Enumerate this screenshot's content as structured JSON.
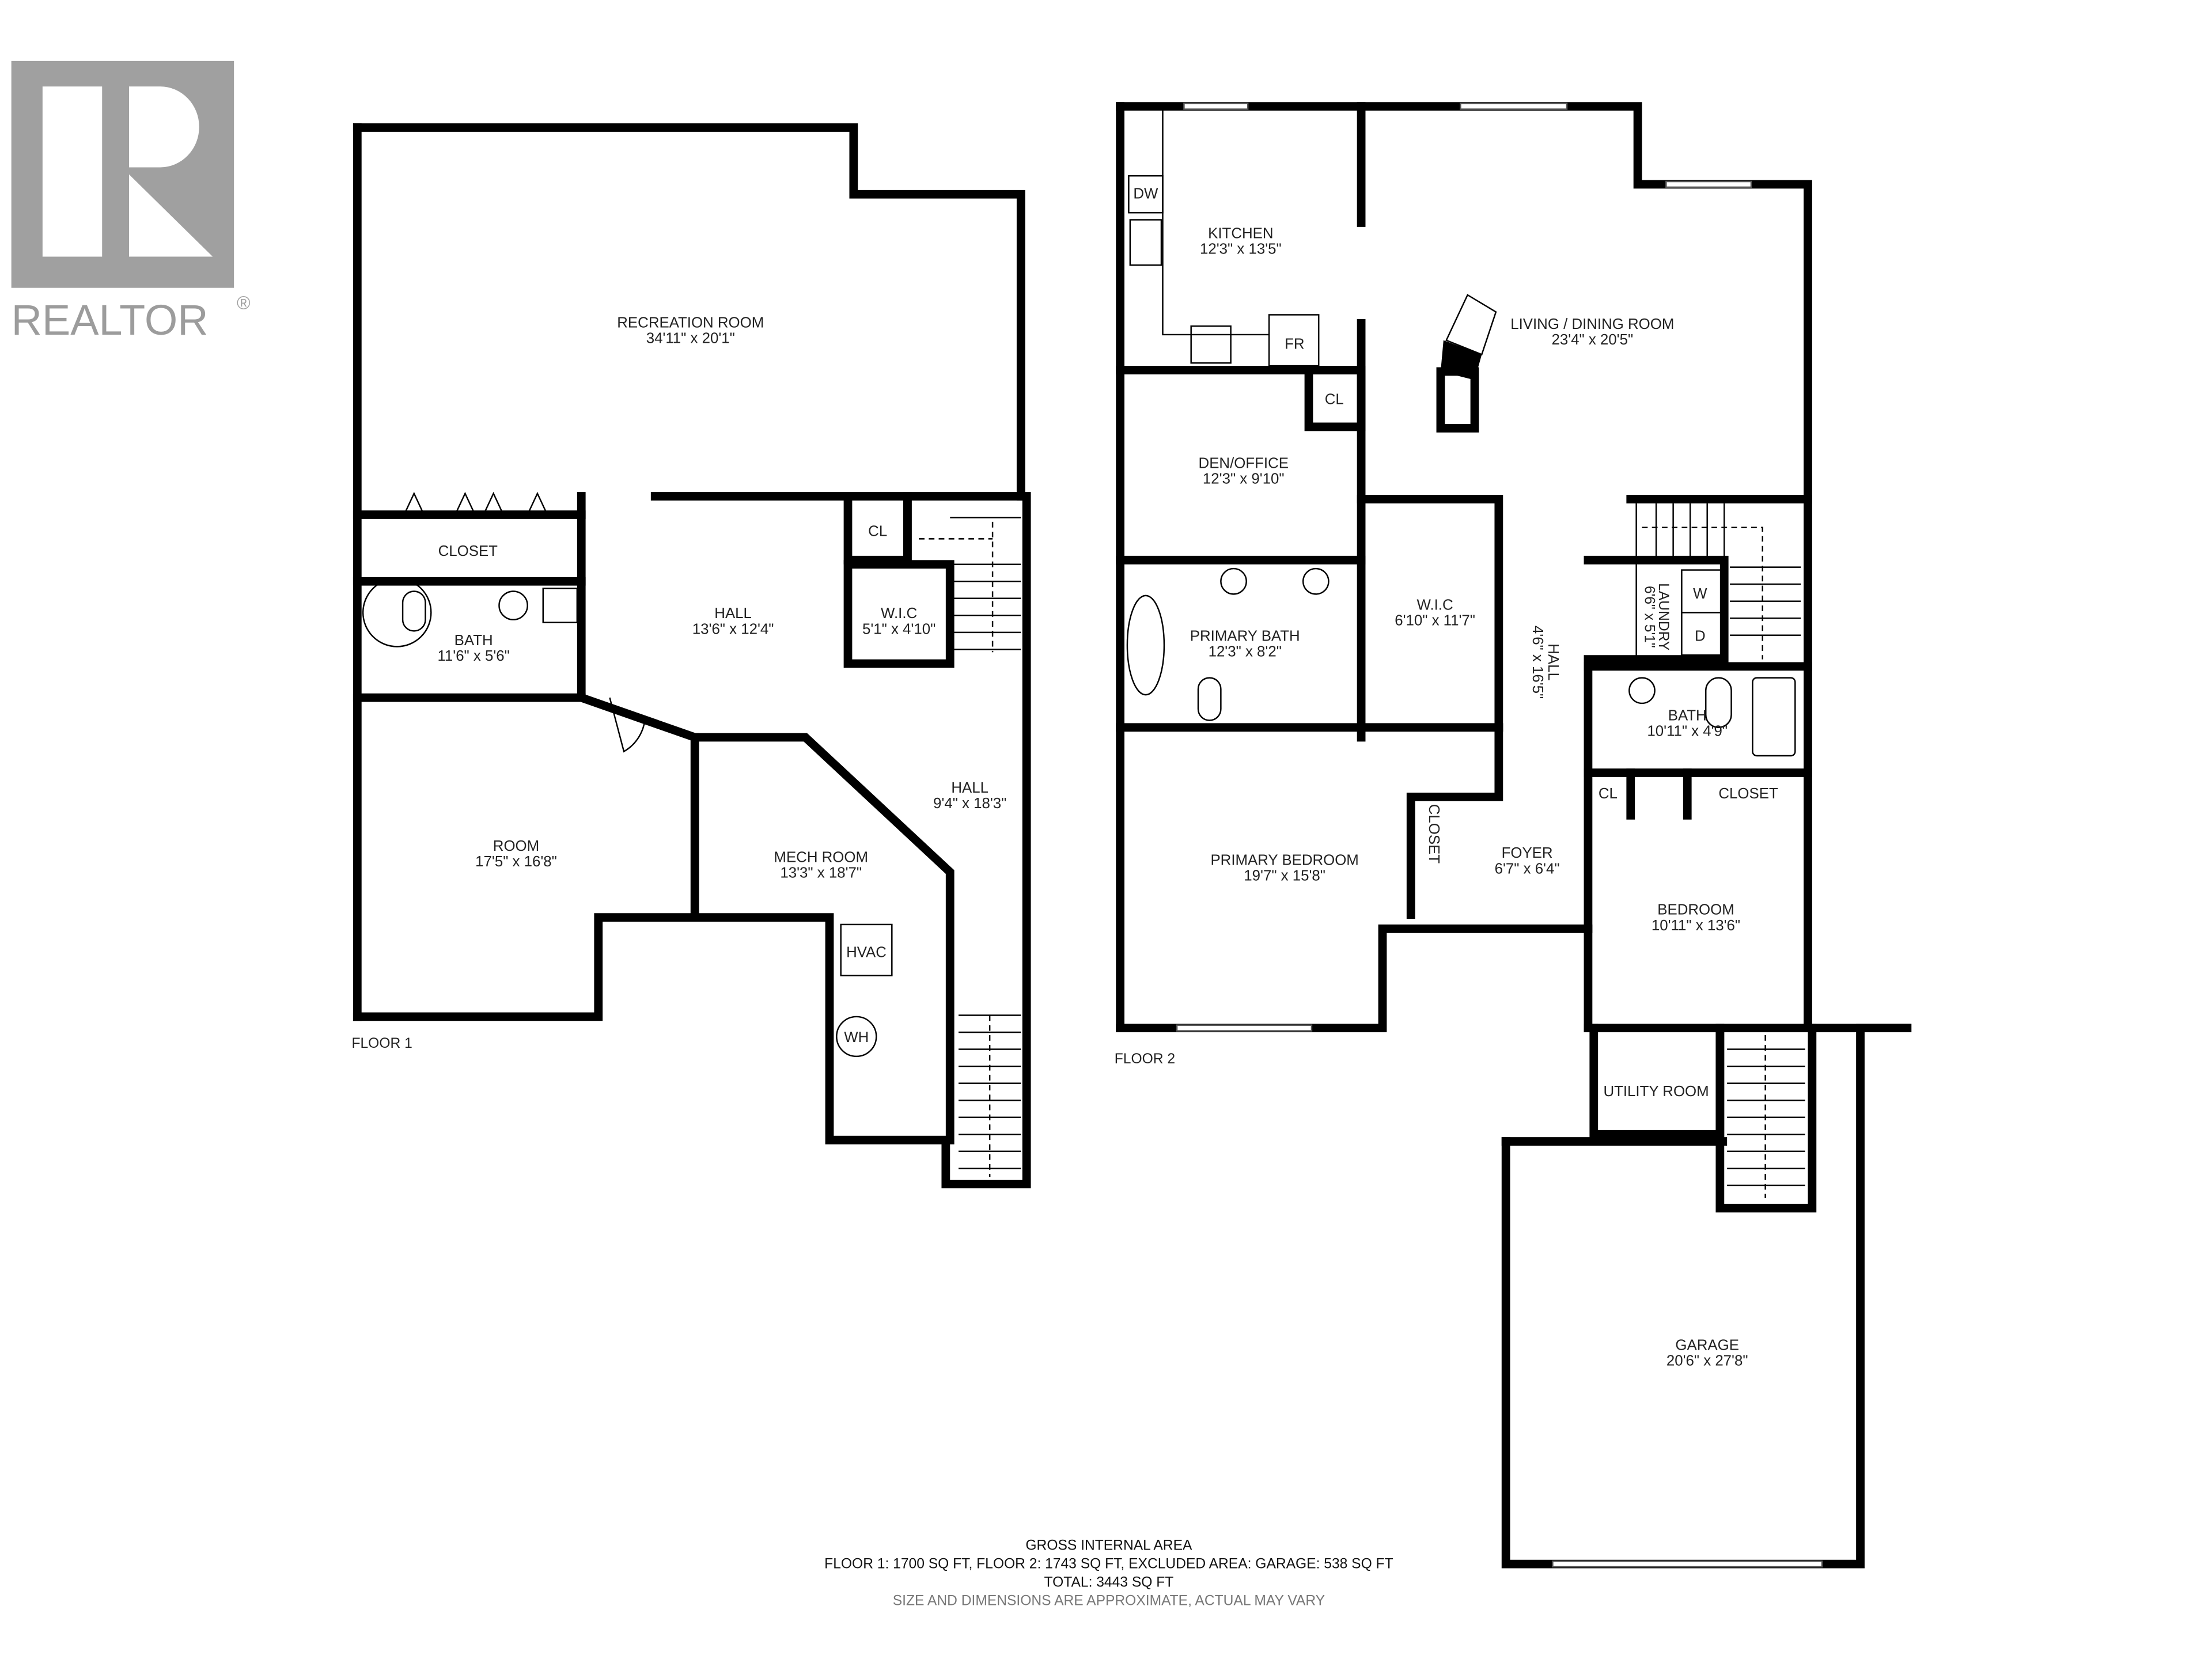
{
  "logo": {
    "brand": "REALTOR",
    "registered_mark": "®",
    "color": "#a0a0a0"
  },
  "floor1": {
    "label": "FLOOR 1",
    "rooms": [
      {
        "name": "RECREATION ROOM",
        "dims": "34'11\" x 20'1\""
      },
      {
        "name": "CLOSET",
        "dims": ""
      },
      {
        "name": "BATH",
        "dims": "11'6\" x 5'6\""
      },
      {
        "name": "HALL",
        "dims": "13'6\" x 12'4\""
      },
      {
        "name": "CL",
        "dims": ""
      },
      {
        "name": "W.I.C",
        "dims": "5'1\" x 4'10\""
      },
      {
        "name": "ROOM",
        "dims": "17'5\" x 16'8\""
      },
      {
        "name": "MECH ROOM",
        "dims": "13'3\" x 18'7\""
      },
      {
        "name": "HALL",
        "dims": "9'4\" x 18'3\""
      }
    ],
    "fixtures": {
      "hvac": "HVAC",
      "water_heater": "WH"
    }
  },
  "floor2": {
    "label": "FLOOR 2",
    "rooms": [
      {
        "name": "KITCHEN",
        "dims": "12'3\" x 13'5\""
      },
      {
        "name": "LIVING / DINING ROOM",
        "dims": "23'4\" x 20'5\""
      },
      {
        "name": "CL",
        "dims": ""
      },
      {
        "name": "DEN/OFFICE",
        "dims": "12'3\" x 9'10\""
      },
      {
        "name": "PRIMARY BATH",
        "dims": "12'3\" x 8'2\""
      },
      {
        "name": "W.I.C",
        "dims": "6'10\" x 11'7\""
      },
      {
        "name": "HALL",
        "dims": "4'6\" x 16'5\""
      },
      {
        "name": "LAUNDRY",
        "dims": "6'6\" x 5'1\""
      },
      {
        "name": "BATH",
        "dims": "10'11\" x 4'9\""
      },
      {
        "name": "CL",
        "dims": ""
      },
      {
        "name": "CLOSET",
        "dims": ""
      },
      {
        "name": "PRIMARY BEDROOM",
        "dims": "19'7\" x 15'8\""
      },
      {
        "name": "CLOSET",
        "dims": ""
      },
      {
        "name": "FOYER",
        "dims": "6'7\" x 6'4\""
      },
      {
        "name": "BEDROOM",
        "dims": "10'11\" x 13'6\""
      },
      {
        "name": "UTILITY ROOM",
        "dims": ""
      },
      {
        "name": "GARAGE",
        "dims": "20'6\" x 27'8\""
      }
    ],
    "fixtures": {
      "dishwasher": "DW",
      "fridge": "FR",
      "washer": "W",
      "dryer": "D"
    }
  },
  "footer": {
    "title": "GROSS INTERNAL AREA",
    "line1": "FLOOR 1: 1700 SQ FT, FLOOR 2: 1743 SQ FT, EXCLUDED AREA: GARAGE: 538 SQ FT",
    "line2": "TOTAL: 3443 SQ FT",
    "disclaimer": "SIZE AND DIMENSIONS ARE APPROXIMATE, ACTUAL MAY VARY"
  }
}
